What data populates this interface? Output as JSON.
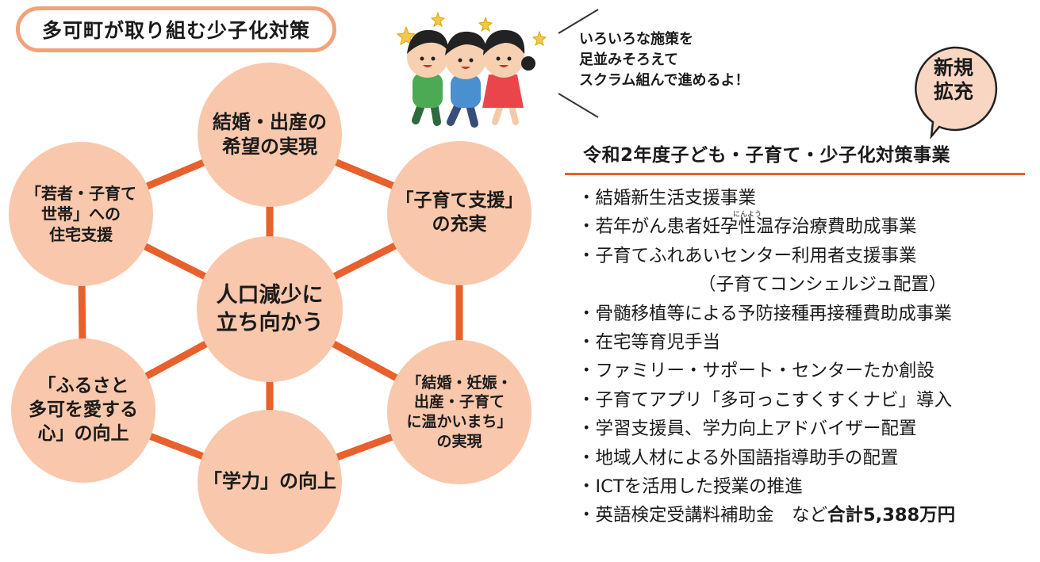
{
  "title": "多可町が取り組む少子化対策",
  "colors": {
    "accent": "#e8602c",
    "node_fill": "#f9c7ab",
    "pill_border": "#f2a27a"
  },
  "diagram": {
    "center": "人口減少に\n立ち向かう",
    "nodes": [
      {
        "id": "marriage",
        "label": "結婚・出産の\n希望の実現"
      },
      {
        "id": "childcare",
        "label": "「子育て支援」\nの充実"
      },
      {
        "id": "warm-town",
        "label": "「結婚・妊娠・\n出産・子育て\nに温かいまち」\nの実現"
      },
      {
        "id": "academic",
        "label": "「学力」の向上"
      },
      {
        "id": "hometown",
        "label": "「ふるさと\n多可を愛する\n心」の向上"
      },
      {
        "id": "housing",
        "label": "「若者・子育て\n世帯」への\n住宅支援"
      }
    ]
  },
  "illustration": {
    "icon": "three-children-running-icon"
  },
  "callout": "いろいろな施策を\n足並みそろえて\nスクラム組んで進めるよ！",
  "badge": "新規\n拡充",
  "section_title": "令和2年度子ども・子育て・少子化対策事業",
  "items": [
    "・結婚新生活支援事業",
    "・若年がん患者妊孕性温存治療費助成事業",
    "・子育てふれあいセンター利用者支援事業",
    "（子育てコンシェルジュ配置）",
    "・骨髄移植等による予防接種再接種費助成事業",
    "・在宅等育児手当",
    "・ファミリー・サポート・センターたか創設",
    "・子育てアプリ「多可っこすくすくナビ」導入",
    "・学習支援員、学力向上アドバイザー配置",
    "・地域人材による外国語指導助手の配置",
    "・ICTを活用した授業の推進",
    "・英語検定受講料補助金　など"
  ],
  "ruby": "にんよう",
  "total": "合計5,388万円"
}
